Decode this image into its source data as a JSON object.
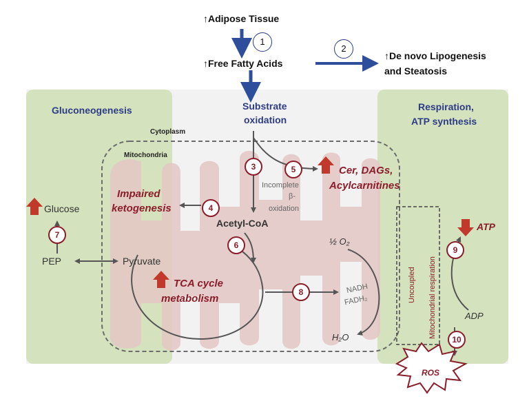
{
  "top": {
    "adipose": "↑Adipose Tissue",
    "ffa": "↑Free Fatty Acids",
    "lipogenesis_line1": "↑De novo Lipogenesis",
    "lipogenesis_line2": "and Steatosis",
    "step1": "1",
    "step2": "2"
  },
  "panel": {
    "gluconeogenesis": "Gluconeogenesis",
    "substrate_line1": "Substrate",
    "substrate_line2": "oxidation",
    "respiration_line1": "Respiration,",
    "respiration_line2": "ATP synthesis",
    "cytoplasm": "Cytoplasm",
    "mitochondria": "Mitochondria",
    "cer_line1": "Cer, DAGs,",
    "cer_line2": "Acylcarnitines",
    "incomplete_line1": "Incomplete",
    "incomplete_line2": "β-",
    "incomplete_line3": "oxidation",
    "impaired_line1": "Impaired",
    "impaired_line2": "ketogenesis",
    "glucose": "Glucose",
    "acetyl_coa": "Acetyl-CoA",
    "pep": "PEP",
    "pyruvate": "Pyruvate",
    "tca_line1": "TCA cycle",
    "tca_line2": "metabolism",
    "half_o2": "½ O₂",
    "nadh": "NADH",
    "fadh": "FADH₂",
    "h2o": "H₂O",
    "uncoupled": "Uncoupled",
    "mito_resp": "Mitochondrial respiration",
    "atp": "ATP",
    "adp": "ADP",
    "ros": "ROS"
  },
  "steps": {
    "s3": "3",
    "s4": "4",
    "s5": "5",
    "s6": "6",
    "s7": "7",
    "s8": "8",
    "s9": "9",
    "s10": "10"
  },
  "colors": {
    "green_panel": "#d4e3bd",
    "pink_mito": "#e3c7c4",
    "navy_arrow": "#2e4d9a",
    "dark_red": "#8a1d2a",
    "up_arrow_red": "#c0392b"
  }
}
